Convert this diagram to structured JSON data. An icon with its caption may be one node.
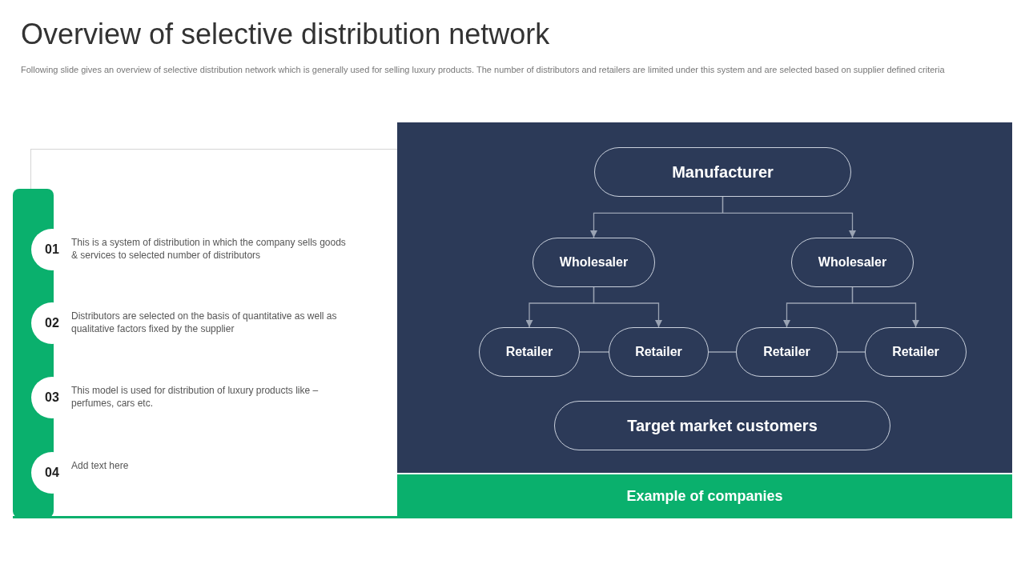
{
  "diagram": {
    "title": "Overview of selective distribution network",
    "caption": "Following slide gives an overview of selective distribution network which is generally used for selling luxury products.  The number of distributors and retailers are limited under this system and are selected based on supplier defined criteria",
    "nodes": [
      {
        "text": [
          "Manufacturer"
        ]
      },
      {
        "text": [
          "Wholesaler"
        ]
      },
      {
        "text": [
          "Wholesaler"
        ]
      },
      {
        "text": [
          "Retailer"
        ]
      },
      {
        "text": [
          "Retailer"
        ]
      },
      {
        "text": [
          "Retailer"
        ]
      },
      {
        "text": [
          "Retailer"
        ]
      },
      {
        "text": [
          "Target market customers"
        ]
      },
      {
        "text": [
          "Example of companies"
        ]
      },
      {
        "text": [
          "01"
        ],
        "beside": [
          "This is a system of distribution in which the company sells goods & services to selected number of distributors"
        ]
      },
      {
        "text": [
          "02"
        ],
        "beside": [
          "Distributors are selected on the basis of quantitative as well as qualitative factors fixed by the supplier"
        ]
      },
      {
        "text": [
          "03"
        ],
        "beside": [
          "This model is used for distribution of luxury products like – perfumes, cars etc."
        ]
      },
      {
        "text": [
          "04"
        ],
        "beside": [
          "Add text here"
        ]
      }
    ],
    "edges": [
      {
        "from": 0,
        "to": 1,
        "arrow": "to"
      },
      {
        "from": 0,
        "to": 2,
        "arrow": "to"
      },
      {
        "from": 1,
        "to": 3,
        "arrow": "to"
      },
      {
        "from": 1,
        "to": 4,
        "arrow": "to"
      },
      {
        "from": 2,
        "to": 5,
        "arrow": "to"
      },
      {
        "from": 2,
        "to": 6,
        "arrow": "to"
      },
      {
        "from": 3,
        "to": 4,
        "arrow": "none"
      },
      {
        "from": 4,
        "to": 5,
        "arrow": "none"
      },
      {
        "from": 5,
        "to": 6,
        "arrow": "none"
      }
    ]
  }
}
